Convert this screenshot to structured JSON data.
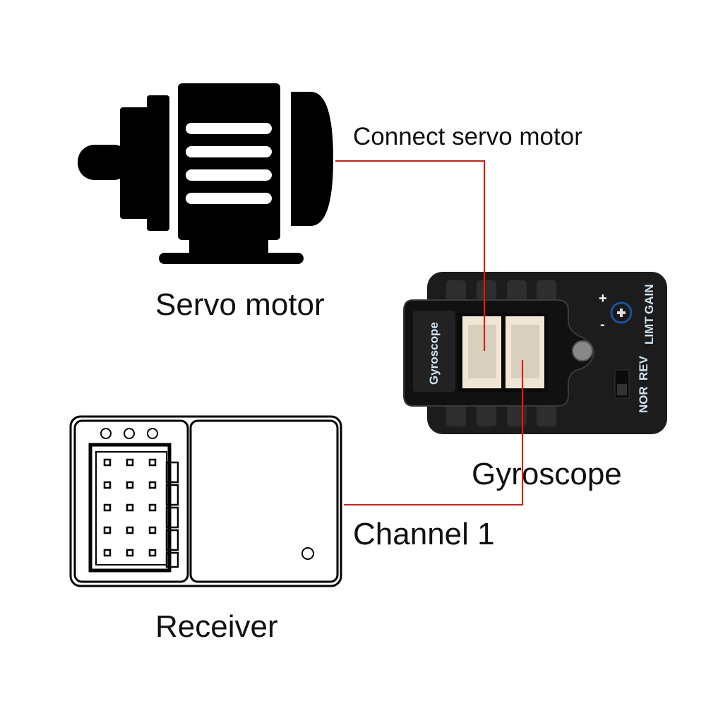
{
  "labels": {
    "connect": "Connect servo motor",
    "servo": "Servo motor",
    "gyroscope": "Gyroscope",
    "channel": "Channel 1",
    "receiver": "Receiver"
  },
  "device": {
    "name_plate": "Gyroscope",
    "gain_label": "GAIN",
    "limit_label": "LIMT",
    "nor_label": "NOR",
    "rev_label": "REV",
    "plus": "+",
    "minus": "-"
  },
  "colors": {
    "connector_line": "#c0281e",
    "device_body": "#1c1c1c",
    "device_text": "#cfe3f0",
    "connector_housing": "#efe6d6"
  }
}
